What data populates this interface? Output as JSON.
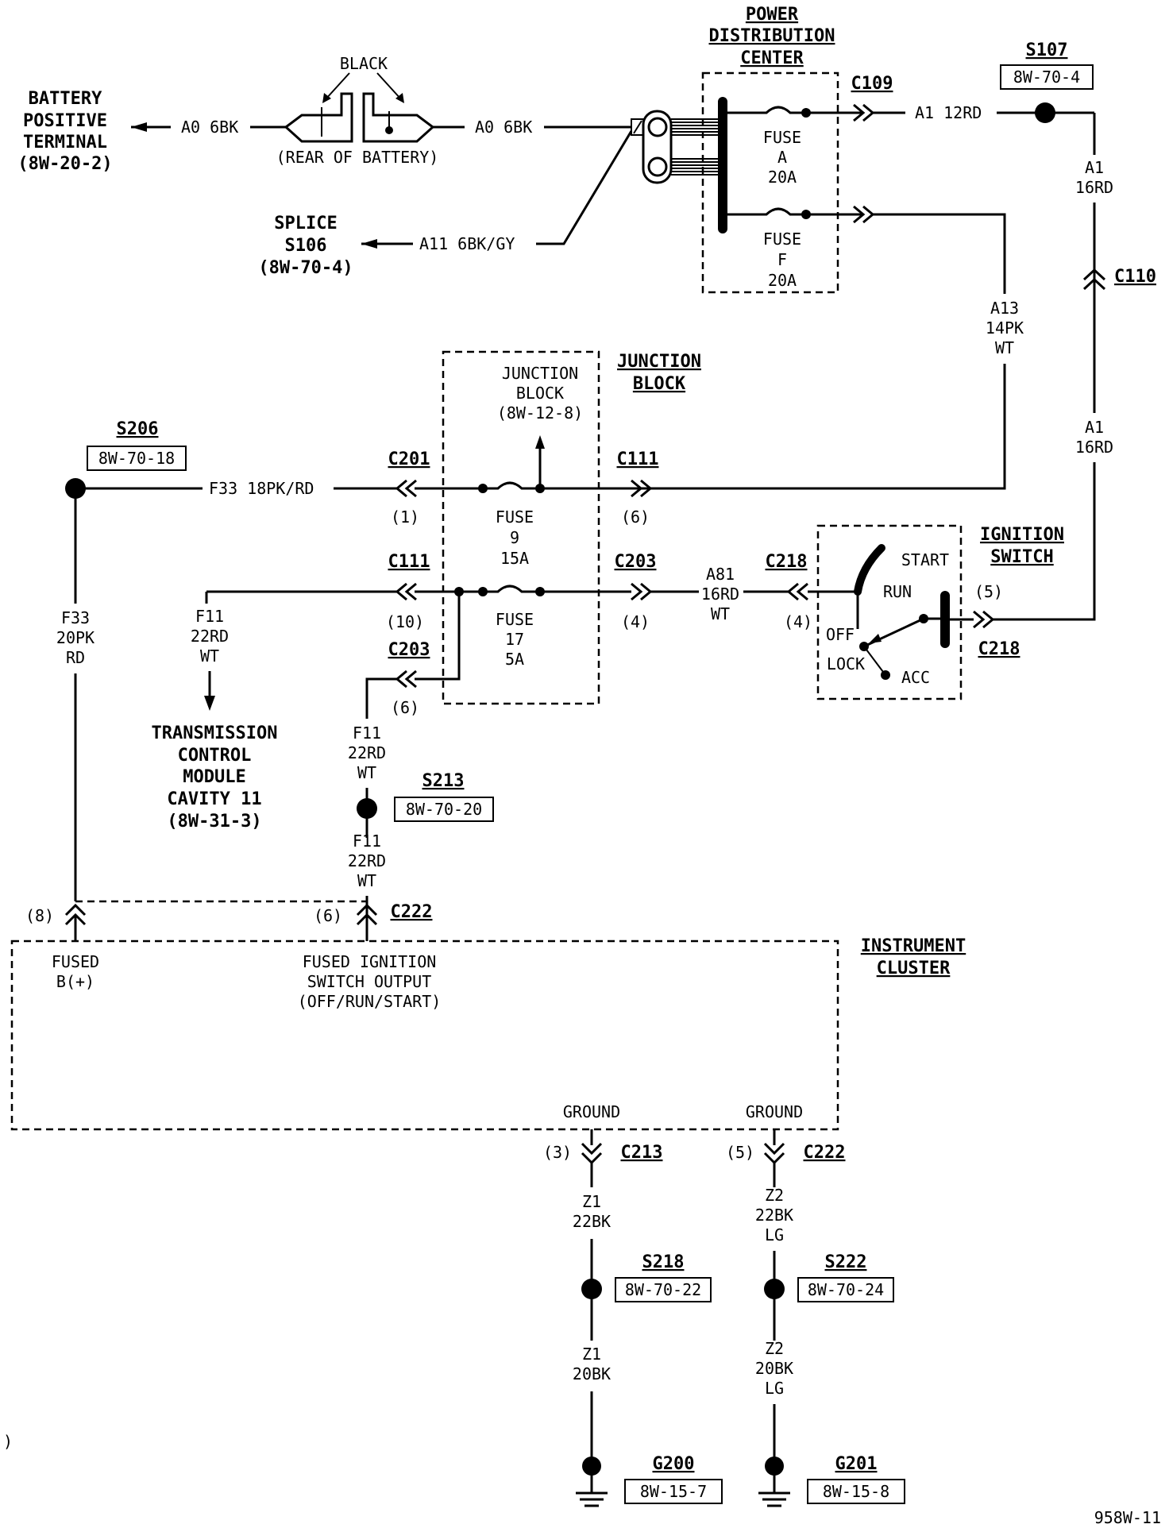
{
  "figure_id": "958W-11",
  "power_distribution_center": {
    "title": [
      "POWER",
      "DISTRIBUTION",
      "CENTER"
    ],
    "fuse_a": [
      "FUSE",
      "A",
      "20A"
    ],
    "fuse_f": [
      "FUSE",
      "F",
      "20A"
    ]
  },
  "battery": {
    "terminal_label": [
      "BATTERY",
      "POSITIVE",
      "TERMINAL",
      "(8W-20-2)"
    ],
    "black_label": "BLACK",
    "rear_label": "(REAR OF BATTERY)",
    "wire_left": "A0 6BK",
    "wire_right": "A0 6BK"
  },
  "splice_s106": {
    "label": [
      "SPLICE",
      "S106",
      "(8W-70-4)"
    ],
    "wire": "A11 6BK/GY"
  },
  "connectors": {
    "c109": "C109",
    "c110": "C110",
    "c111_top": "C111",
    "c111_left": "C111",
    "c201": "C201",
    "c203_right": "C203",
    "c203_left": "C203",
    "c218_left": "C218",
    "c218_right": "C218",
    "c222_top": "C222",
    "c213": "C213",
    "c222_bottom": "C222"
  },
  "splices": {
    "s107": {
      "id": "S107",
      "ref": "8W-70-4"
    },
    "s206": {
      "id": "S206",
      "ref": "8W-70-18"
    },
    "s213": {
      "id": "S213",
      "ref": "8W-70-20"
    },
    "s218": {
      "id": "S218",
      "ref": "8W-70-22"
    },
    "s222": {
      "id": "S222",
      "ref": "8W-70-24"
    }
  },
  "grounds": {
    "g200": {
      "id": "G200",
      "ref": "8W-15-7"
    },
    "g201": {
      "id": "G201",
      "ref": "8W-15-8"
    }
  },
  "wires": {
    "a1_12rd": "A1 12RD",
    "a1_top": [
      "A1",
      "16RD"
    ],
    "a1_bottom": [
      "A1",
      "16RD"
    ],
    "a13": [
      "A13",
      "14PK",
      "WT"
    ],
    "f33_18": "F33 18PK/RD",
    "f33_20": [
      "F33",
      "20PK",
      "RD"
    ],
    "f11_left": [
      "F11",
      "22RD",
      "WT"
    ],
    "f11_mid_top": [
      "F11",
      "22RD",
      "WT"
    ],
    "f11_mid_bottom": [
      "F11",
      "22RD",
      "WT"
    ],
    "a81": [
      "A81",
      "16RD",
      "WT"
    ],
    "z1_22": [
      "Z1",
      "22BK"
    ],
    "z1_20": [
      "Z1",
      "20BK"
    ],
    "z2_22": [
      "Z2",
      "22BK",
      "LG"
    ],
    "z2_20": [
      "Z2",
      "20BK",
      "LG"
    ]
  },
  "junction_block": {
    "title": [
      "JUNCTION",
      "BLOCK"
    ],
    "inner": [
      "JUNCTION",
      "BLOCK",
      "(8W-12-8)"
    ],
    "fuse9": [
      "FUSE",
      "9",
      "15A"
    ],
    "fuse17": [
      "FUSE",
      "17",
      "5A"
    ]
  },
  "ignition_switch": {
    "title": [
      "IGNITION",
      "SWITCH"
    ],
    "positions": [
      "START",
      "RUN",
      "OFF",
      "LOCK",
      "ACC"
    ]
  },
  "tcm": {
    "label": [
      "TRANSMISSION",
      "CONTROL",
      "MODULE",
      "CAVITY 11",
      "(8W-31-3)"
    ]
  },
  "instrument_cluster": {
    "title": [
      "INSTRUMENT",
      "CLUSTER"
    ],
    "fused_b": [
      "FUSED",
      "B(+)"
    ],
    "fused_ign": [
      "FUSED IGNITION",
      "SWITCH OUTPUT",
      "(OFF/RUN/START)"
    ],
    "ground_left": "GROUND",
    "ground_right": "GROUND"
  },
  "pins": {
    "c201_pin": "(1)",
    "c111_top_pin": "(6)",
    "c111_left_pin": "(10)",
    "c203_right_pin": "(4)",
    "c203_left_pin": "(6)",
    "c218_left_pin": "(4)",
    "c218_right_pin": "(5)",
    "cl_pin8": "(8)",
    "cl_pin6": "(6)",
    "c213_pin": "(3)",
    "c222b_pin": "(5)"
  },
  "stray_mark": ")"
}
